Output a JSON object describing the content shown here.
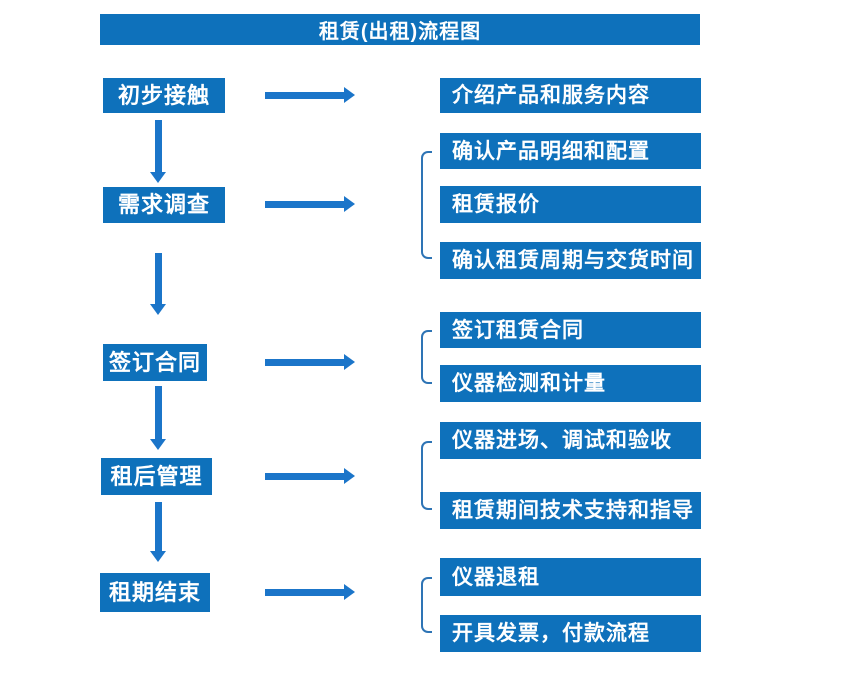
{
  "title": "租赁(出租)流程图",
  "colors": {
    "box_blue": "#0e71bb",
    "arrow_blue": "#1b75c9",
    "bracket_blue": "#2e74b5",
    "text": "#ffffff",
    "background": "#ffffff"
  },
  "groups": [
    {
      "step": "初步接触",
      "details": [
        "介绍产品和服务内容"
      ]
    },
    {
      "step": "需求调查",
      "details": [
        "确认产品明细和配置",
        "租赁报价",
        "确认租赁周期与交货时间"
      ]
    },
    {
      "step": "签订合同",
      "details": [
        "签订租赁合同",
        "仪器检测和计量"
      ]
    },
    {
      "step": "租后管理",
      "details": [
        "仪器进场、调试和验收",
        "租赁期间技术支持和指导"
      ]
    },
    {
      "step": "租期结束",
      "details": [
        "仪器退租",
        "开具发票，付款流程"
      ]
    }
  ]
}
